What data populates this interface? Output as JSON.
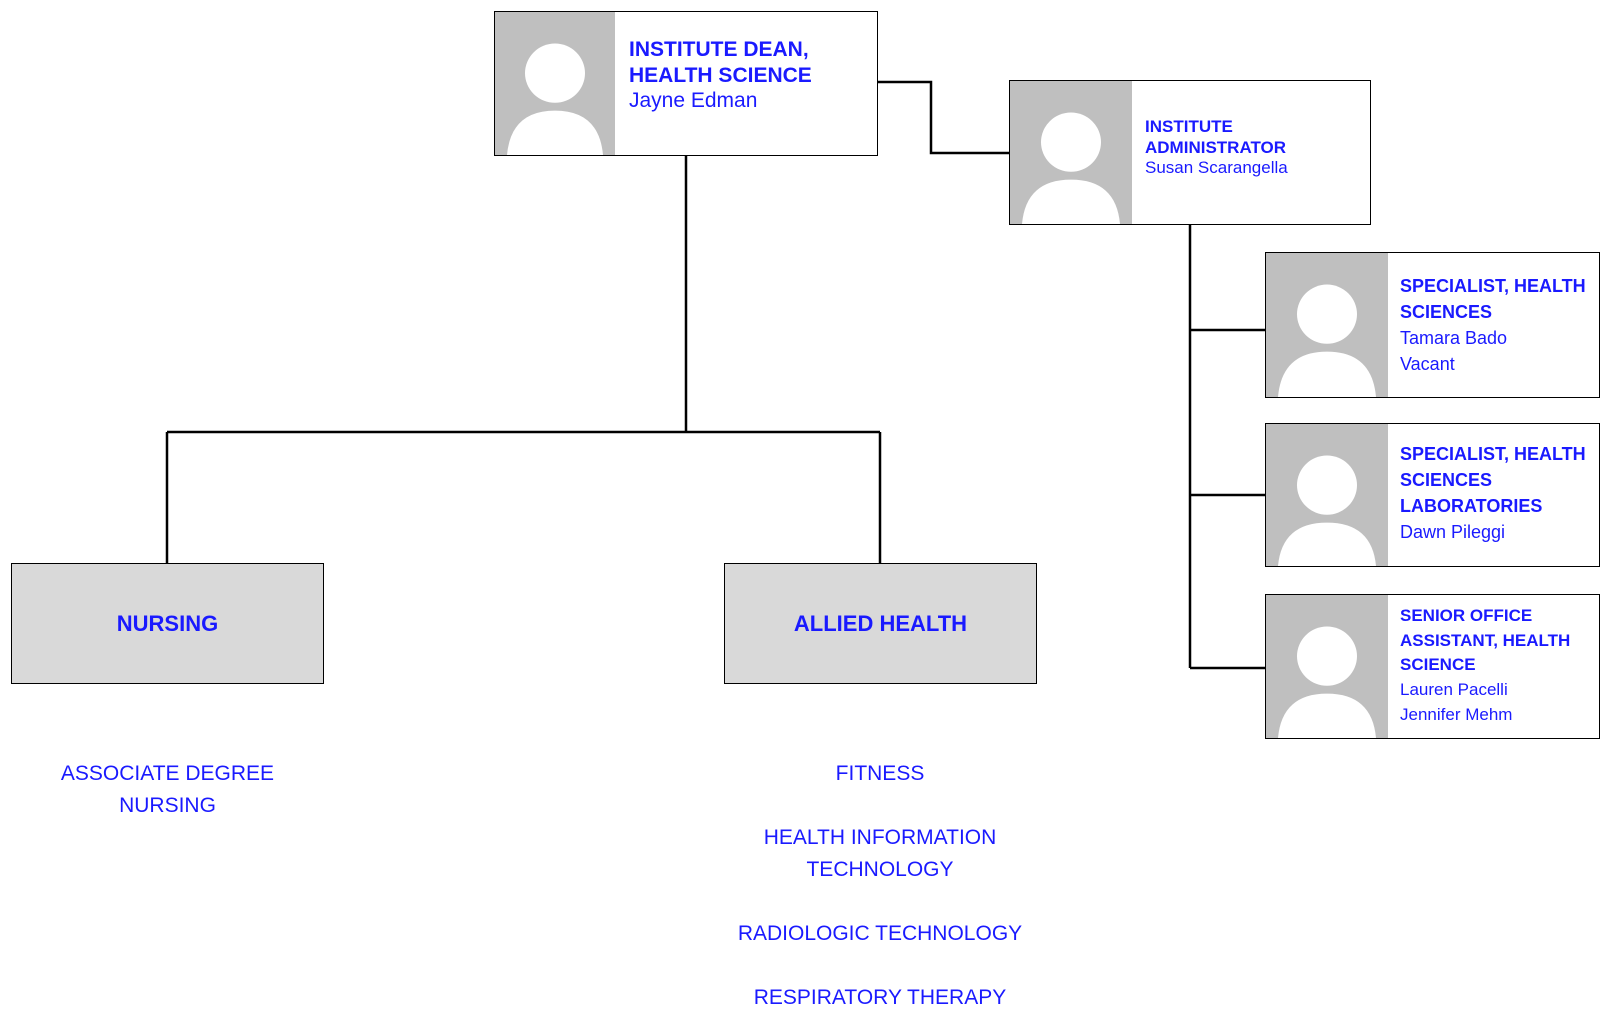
{
  "colors": {
    "text": "#1a1aff",
    "avatar": "#bfbfbf",
    "dept_fill": "#d9d9d9",
    "line": "#000000"
  },
  "icons": {
    "avatar": "person-silhouette-icon"
  },
  "dean": {
    "title": "INSTITUTE DEAN, HEALTH SCIENCE",
    "names": [
      "Jayne Edman"
    ]
  },
  "administrator": {
    "title": "INSTITUTE ADMINISTRATOR",
    "names": [
      "Susan Scarangella"
    ]
  },
  "staff": [
    {
      "title": "SPECIALIST, HEALTH SCIENCES",
      "names": [
        "Tamara Bado",
        "Vacant"
      ]
    },
    {
      "title": "SPECIALIST, HEALTH SCIENCES LABORATORIES",
      "names": [
        "Dawn Pileggi"
      ]
    },
    {
      "title": "SENIOR OFFICE ASSISTANT, HEALTH SCIENCE",
      "names": [
        "Lauren Pacelli",
        "Jennifer Mehm"
      ]
    }
  ],
  "departments": [
    {
      "label": "NURSING",
      "programs": [
        "ASSOCIATE DEGREE NURSING"
      ]
    },
    {
      "label": "ALLIED HEALTH",
      "programs": [
        "FITNESS",
        "HEALTH INFORMATION TECHNOLOGY",
        "RADIOLOGIC TECHNOLOGY",
        "RESPIRATORY THERAPY"
      ]
    }
  ]
}
